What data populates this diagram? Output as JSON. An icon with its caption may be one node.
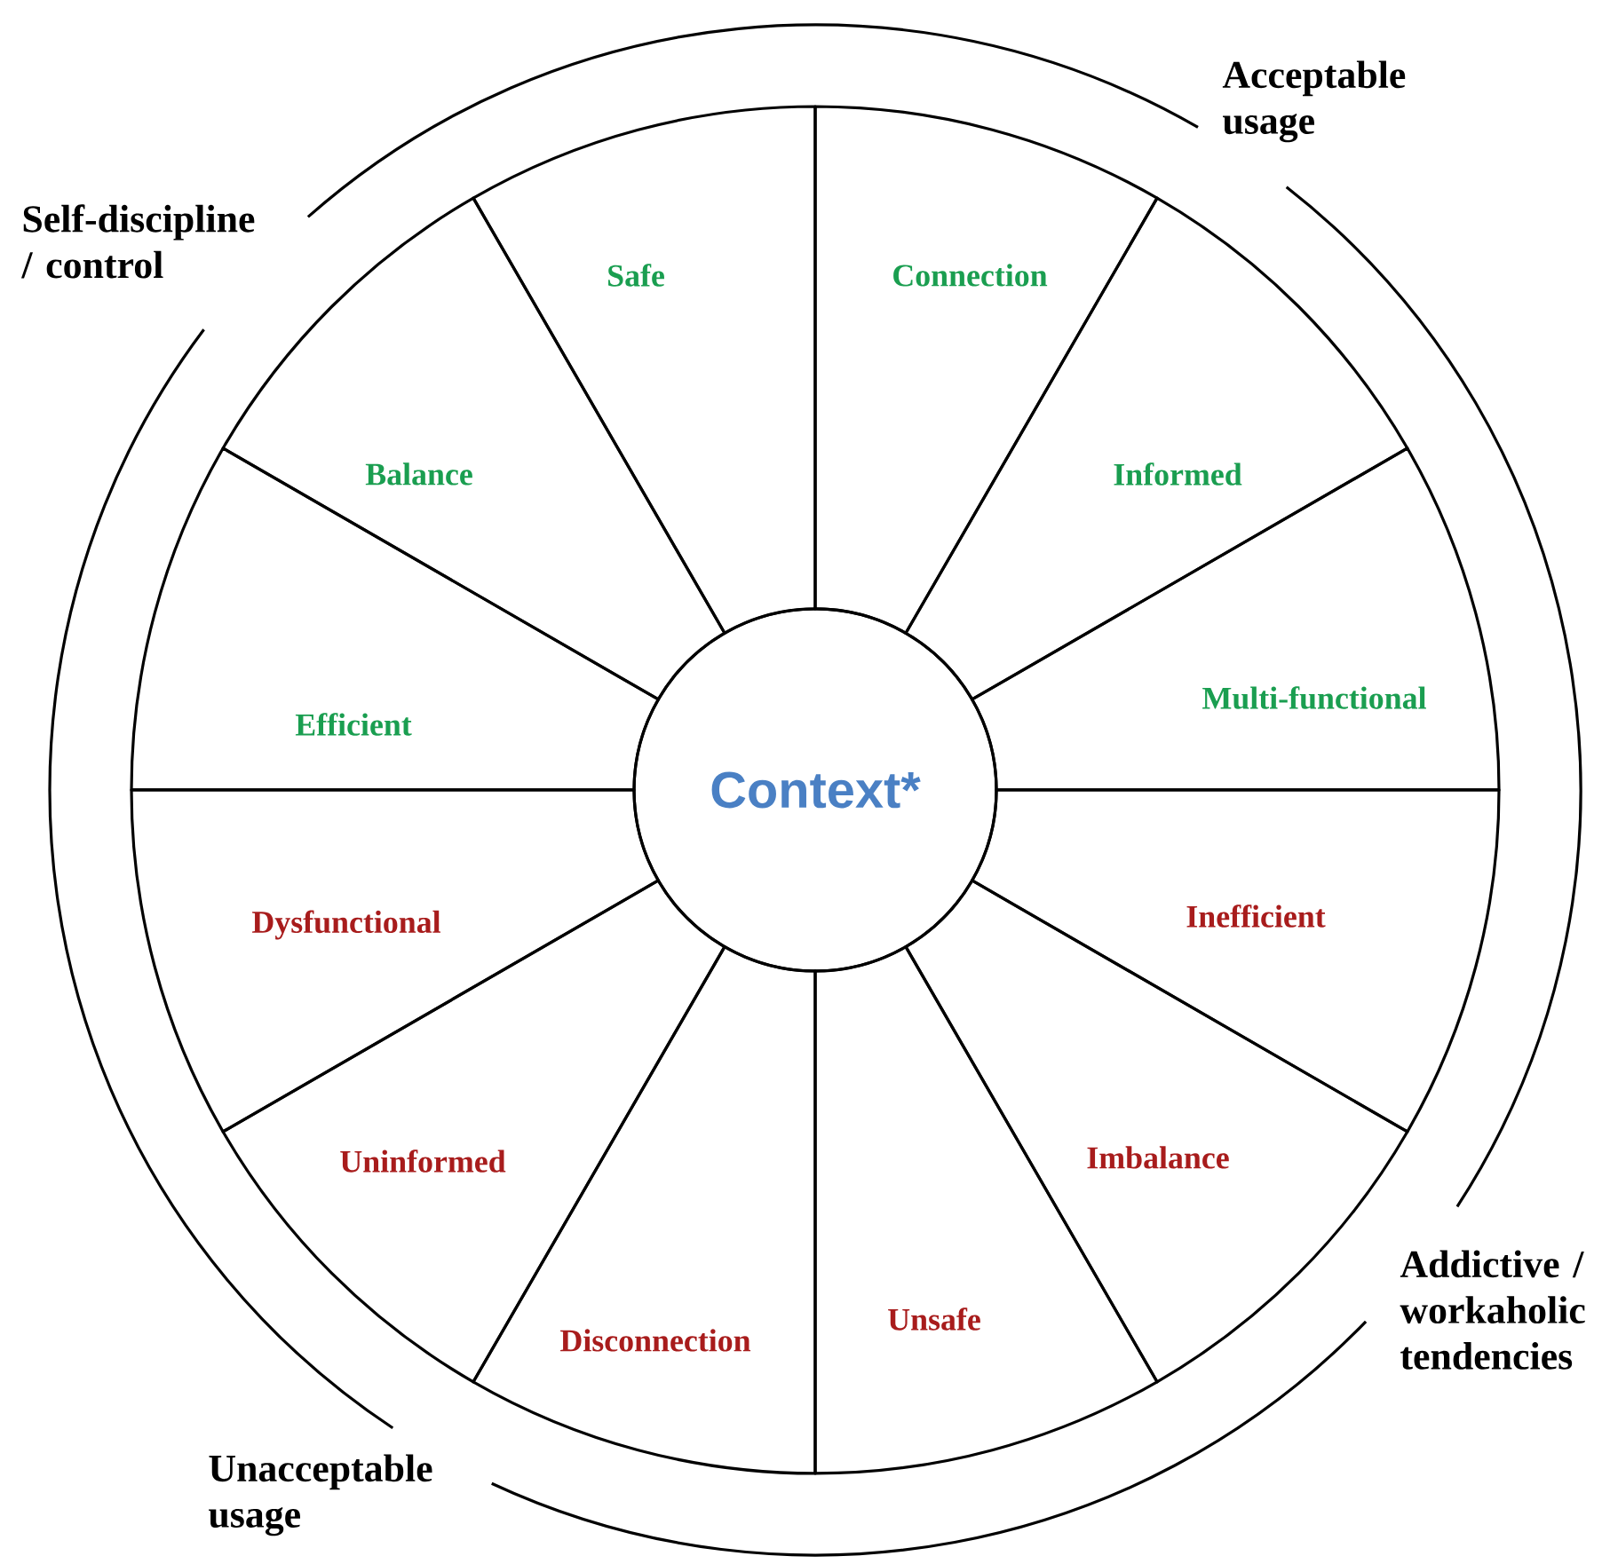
{
  "diagram": {
    "nodes": [
      {
        "text": [
          "Context*"
        ]
      },
      {
        "text": [
          "Connection"
        ]
      },
      {
        "text": [
          "Informed"
        ]
      },
      {
        "text": [
          "Multi-functional"
        ]
      },
      {
        "text": [
          "Inefficient"
        ]
      },
      {
        "text": [
          "Imbalance"
        ]
      },
      {
        "text": [
          "Unsafe"
        ]
      },
      {
        "text": [
          "Disconnection"
        ]
      },
      {
        "text": [
          "Uninformed"
        ]
      },
      {
        "text": [
          "Dysfunctional"
        ]
      },
      {
        "text": [
          "Efficient"
        ]
      },
      {
        "text": [
          "Balance"
        ]
      },
      {
        "text": [
          "Safe"
        ]
      }
    ],
    "labels": [
      "Acceptable usage",
      "Self-discipline / control",
      "Addictive / workaholic tendencies",
      "Unacceptable usage"
    ]
  }
}
